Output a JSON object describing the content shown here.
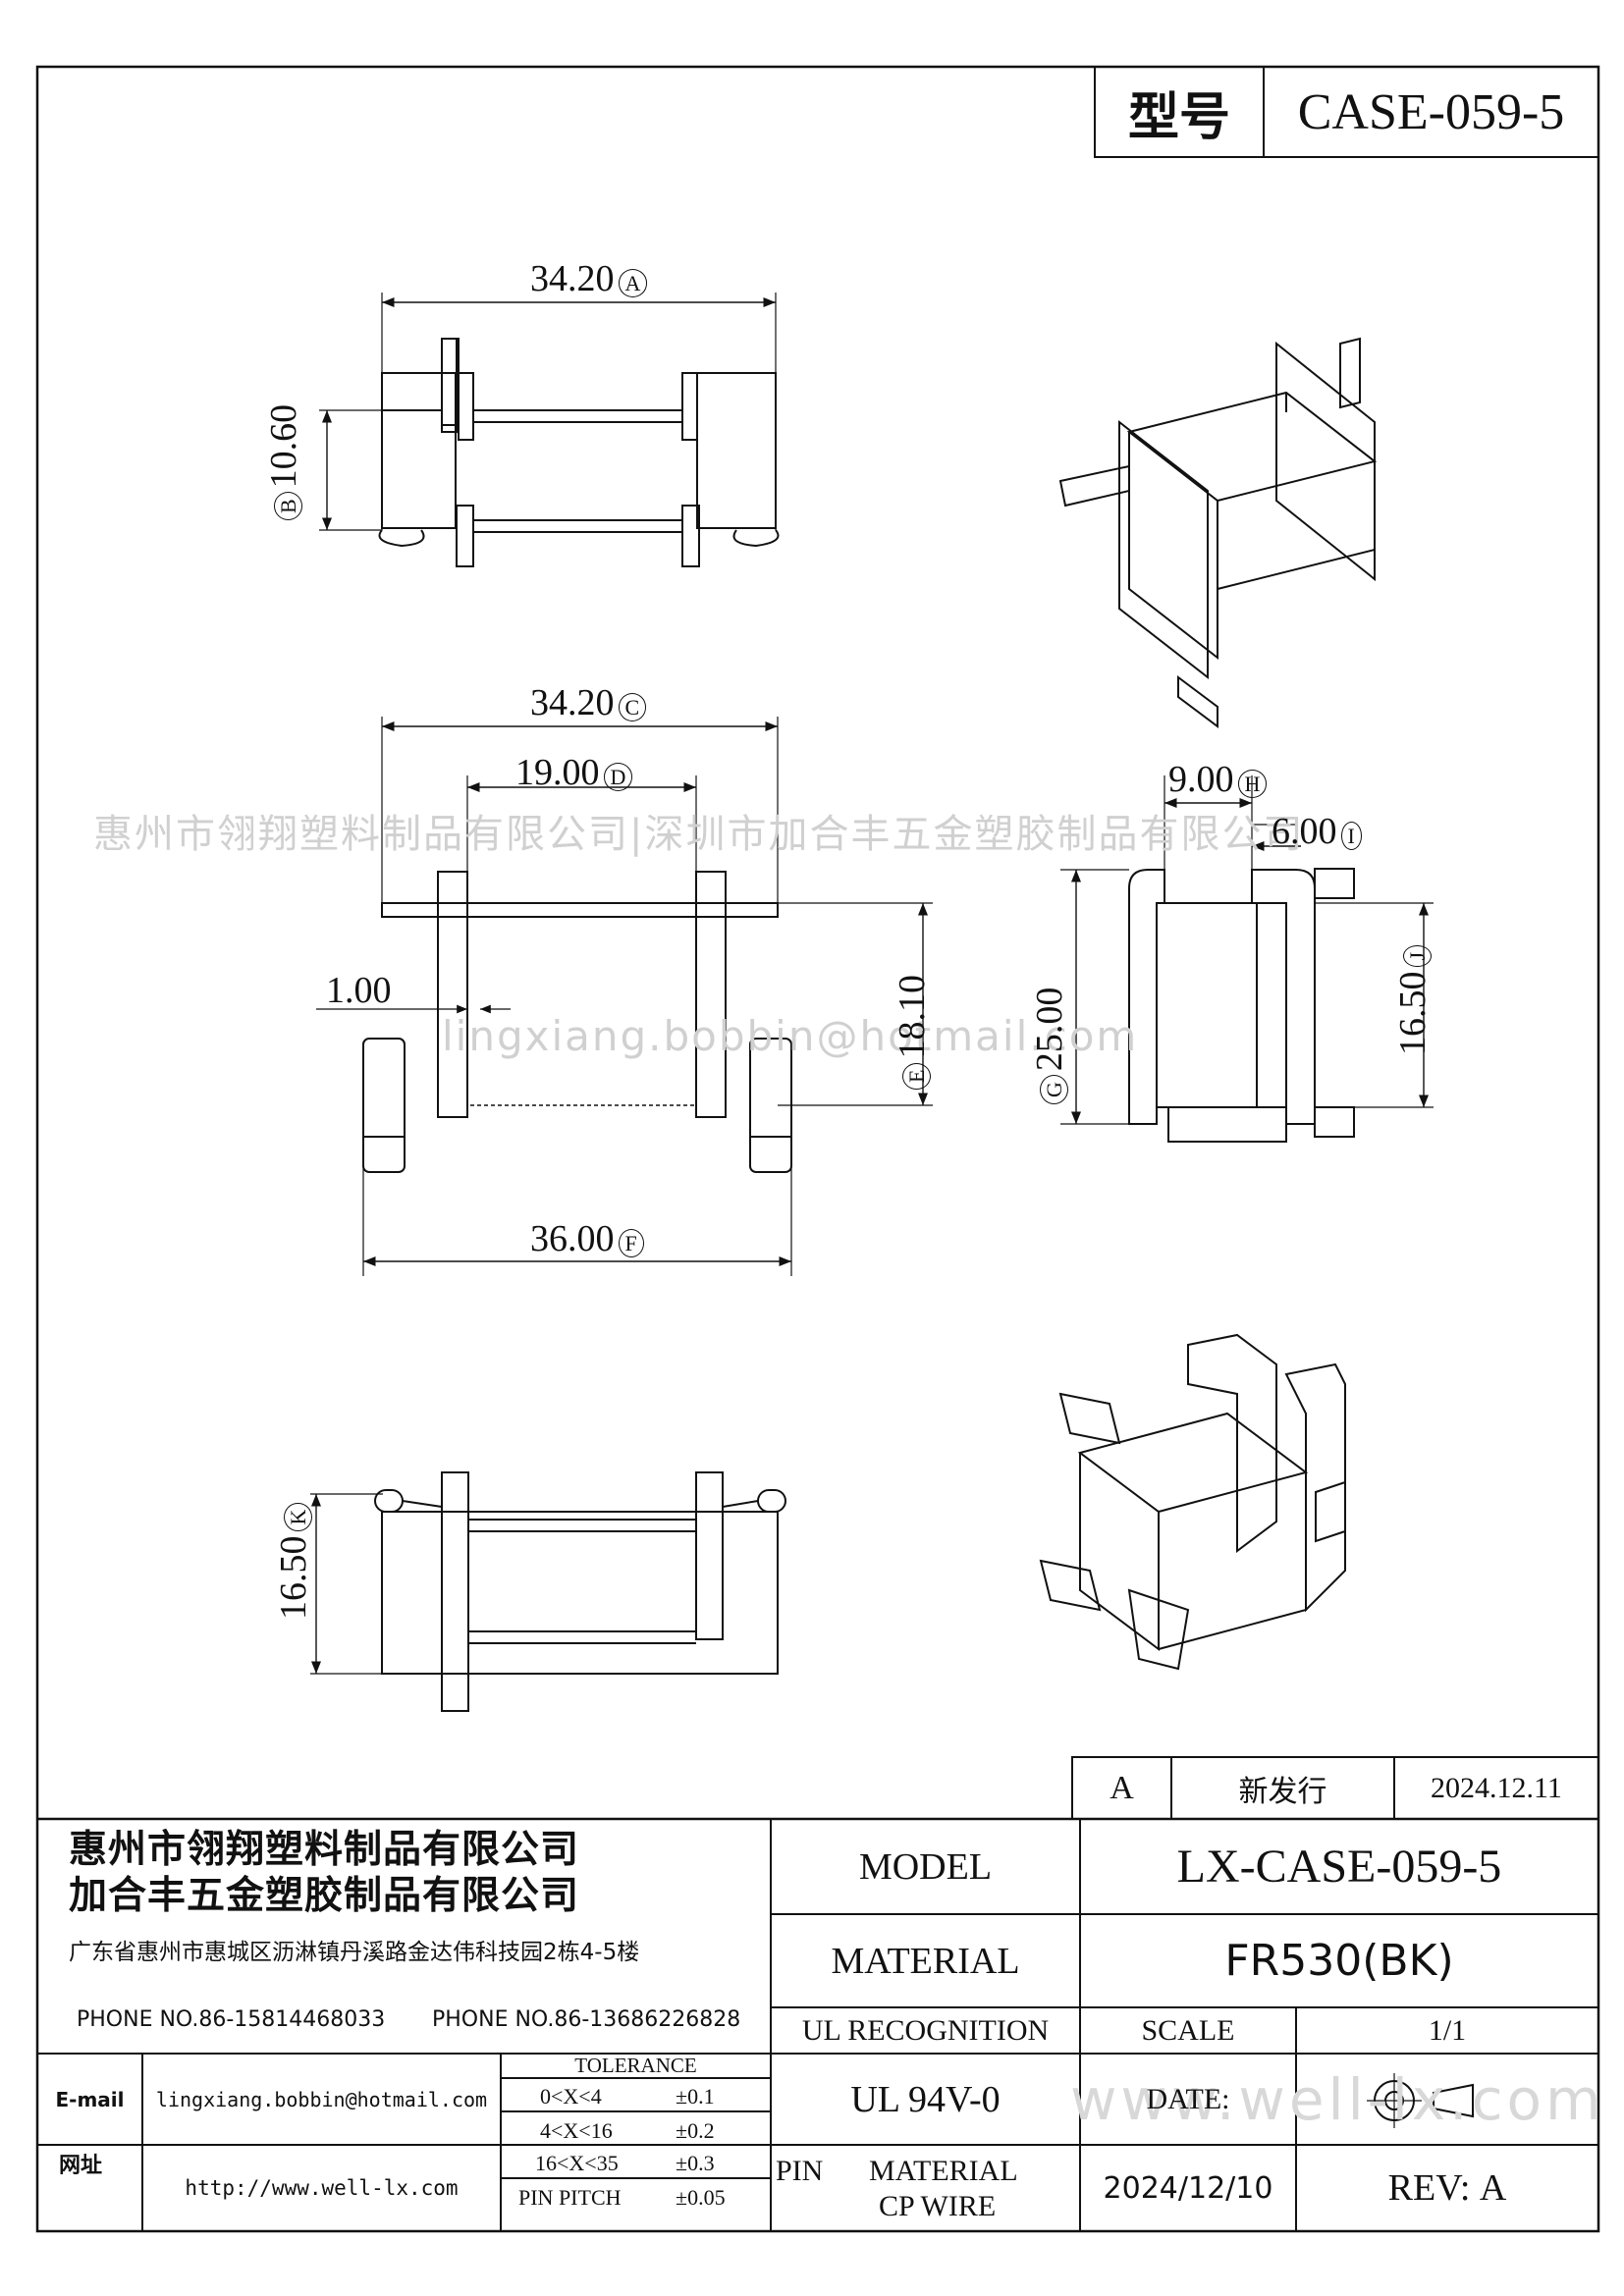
{
  "header": {
    "model_label": "型号",
    "model_value": "CASE-059-5"
  },
  "dimensions": {
    "a": "34.20",
    "a_tag": "A",
    "b": "10.60",
    "b_tag": "B",
    "c": "34.20",
    "c_tag": "C",
    "d": "19.00",
    "d_tag": "D",
    "e": "18.10",
    "e_tag": "E",
    "f": "36.00",
    "f_tag": "F",
    "g": "25.00",
    "g_tag": "G",
    "h": "9.00",
    "h_tag": "H",
    "i": "6.00",
    "i_tag": "I",
    "j": "16.50",
    "j_tag": "J",
    "k": "16.50",
    "k_tag": "K",
    "wall": "1.00"
  },
  "watermarks": {
    "company": "惠州市翎翔塑料制品有限公司|深圳市加合丰五金塑胶制品有限公司",
    "email": "lingxiang.bobbin@hotmail.com",
    "site": "www.well-lx.com"
  },
  "revision": {
    "rev": "A",
    "desc": "新发行",
    "date": "2024.12.11"
  },
  "company": {
    "name1": "惠州市翎翔塑料制品有限公司",
    "name2": "加合丰五金塑胶制品有限公司",
    "address": "广东省惠州市惠城区沥淋镇丹溪路金达伟科技园2栋4-5楼",
    "phone1": "PHONE NO.86-15814468033",
    "phone2": "PHONE NO.86-13686226828",
    "email_label": "E-mail",
    "email": "lingxiang.bobbin@hotmail.com",
    "web_label": "网址",
    "web": "http://www.well-lx.com"
  },
  "tolerance": {
    "title": "TOLERANCE",
    "rows": [
      {
        "range": "0<X<4",
        "value": "±0.1"
      },
      {
        "range": "4<X<16",
        "value": "±0.2"
      },
      {
        "range": "16<X<35",
        "value": "±0.3"
      },
      {
        "range": "PIN PITCH",
        "value": "±0.05"
      }
    ]
  },
  "spec": {
    "model_label": "MODEL",
    "model_value": "LX-CASE-059-5",
    "material_label": "MATERIAL",
    "material_value": "FR530(BK)",
    "ul_label": "UL RECOGNITION",
    "ul_value": "UL 94V-0",
    "scale_label": "SCALE",
    "scale_value": "1/1",
    "date_label": "DATE:",
    "date_value": "2024/12/10",
    "pin_label": "PIN",
    "pin_material_label": "MATERIAL",
    "pin_material_value": "CP WIRE",
    "rev_label": "REV:",
    "rev_value": "A"
  }
}
